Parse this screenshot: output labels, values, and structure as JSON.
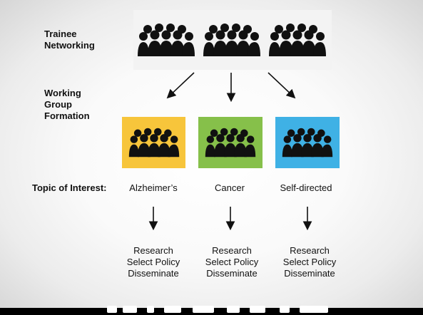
{
  "stages": {
    "networking": "Trainee\nNetworking",
    "networking_line1": "Trainee",
    "networking_line2": "Networking",
    "formation_line1": "Working",
    "formation_line2": "Group",
    "formation_line3": "Formation",
    "topic_label": "Topic of Interest:"
  },
  "groups": [
    {
      "topic": "Alzheimer’s",
      "color": "#f7c53b"
    },
    {
      "topic": "Cancer",
      "color": "#86c04a"
    },
    {
      "topic": "Self-directed",
      "color": "#3fb1e5"
    }
  ],
  "outputs": {
    "line1": "Research",
    "line2": "Select Policy",
    "line3": "Disseminate"
  },
  "icons": {
    "crowd": "people-group-icon",
    "arrow": "arrow-down-icon"
  }
}
